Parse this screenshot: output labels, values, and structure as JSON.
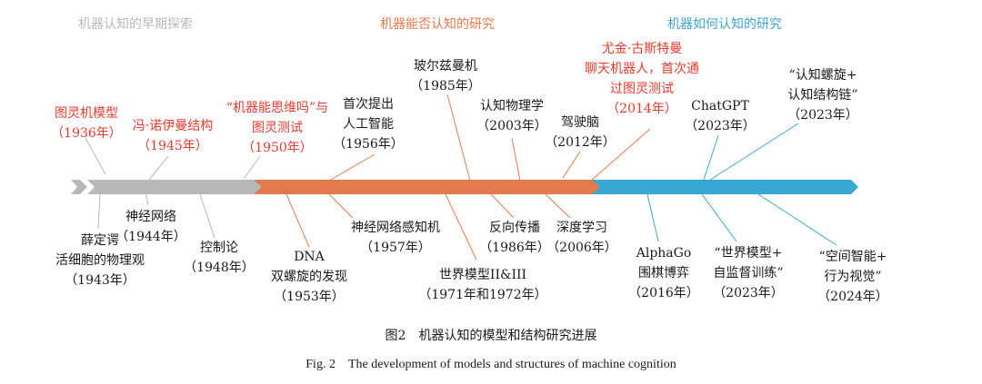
{
  "eras": [
    {
      "label": "机器认知的早期探索",
      "color": "#b9b9b9"
    },
    {
      "label": "机器能否认知的研究",
      "color": "#e8784a"
    },
    {
      "label": "机器如何认知的研究",
      "color": "#3aa6cf"
    }
  ],
  "colors": {
    "gray_arrow": "#b8b8b8",
    "orange_arrow": "#e27a4e",
    "blue_arrow": "#39a7d3",
    "highlight_text": "#e83a2c",
    "normal_text": "#1a1a1a"
  },
  "events_above": [
    {
      "id": "turing-machine",
      "text": "图灵机模型\n（1936年）",
      "highlight": true
    },
    {
      "id": "von-neumann",
      "text": "冯·诺伊曼结构\n（1945年）",
      "highlight": true
    },
    {
      "id": "turing-test-q",
      "text": "“机器能思维吗”与\n图灵测试\n（1950年）",
      "highlight": true
    },
    {
      "id": "ai-proposed",
      "text": "首次提出\n人工智能\n（1956年）",
      "highlight": false
    },
    {
      "id": "boltzmann",
      "text": "玻尔兹曼机\n（1985年）",
      "highlight": false
    },
    {
      "id": "cognitive-physics",
      "text": "认知物理学\n（2003年）",
      "highlight": false
    },
    {
      "id": "driving-brain",
      "text": "驾驶脑\n（2012年）",
      "highlight": false
    },
    {
      "id": "eugene",
      "text": "尤金·古斯特曼\n聊天机器人，首次通\n过图灵测试\n（2014年）",
      "highlight": true
    },
    {
      "id": "chatgpt",
      "text": "ChatGPT\n（2023年）",
      "highlight": false
    },
    {
      "id": "spiral-chain",
      "text": "“认知螺旋+\n认知结构链”\n（2023年）",
      "highlight": false
    }
  ],
  "events_below": [
    {
      "id": "neural-net",
      "text": "神经网络\n（1944年）"
    },
    {
      "id": "schrodinger",
      "text": "薛定谔\n活细胞的物理观\n（1943年）"
    },
    {
      "id": "cybernetics",
      "text": "控制论\n（1948年）"
    },
    {
      "id": "dna",
      "text": "DNA\n双螺旋的发现\n（1953年）"
    },
    {
      "id": "perceptron",
      "text": "神经网络感知机\n（1957年）"
    },
    {
      "id": "world-model",
      "text": "世界模型II&III\n（1971年和1972年）"
    },
    {
      "id": "backprop",
      "text": "反向传播\n（1986年）"
    },
    {
      "id": "deep-learning",
      "text": "深度学习\n（2006年）"
    },
    {
      "id": "alphago",
      "text": "AlphaGo\n围棋博弈\n（2016年）"
    },
    {
      "id": "world-model-ssl",
      "text": "“世界模型+\n自监督训练”\n（2023年）"
    },
    {
      "id": "spatial-intel",
      "text": "“空间智能+\n行为视觉”\n（2024年）"
    }
  ],
  "caption": {
    "cn": "图2　机器认知的模型和结构研究进展",
    "en": "Fig. 2　The development of models and structures of machine cognition"
  }
}
